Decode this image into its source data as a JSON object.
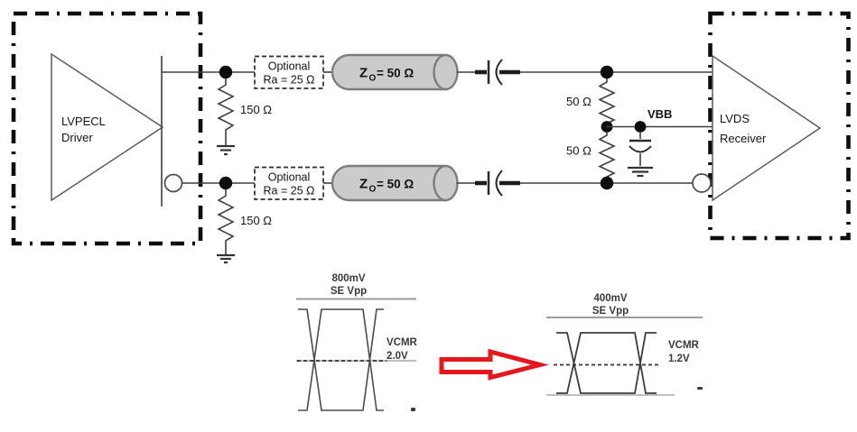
{
  "circuit": {
    "driver": {
      "label_line1": "LVPECL",
      "label_line2": "Driver"
    },
    "receiver": {
      "label_line1": "LVDS",
      "label_line2": "Receiver"
    },
    "termination_150": "150 Ω",
    "termination_50": "50 Ω",
    "optional_resistor": {
      "line1": "Optional",
      "line2": "Ra = 25 Ω"
    },
    "transmission_line": {
      "prefix": "Z",
      "subscript": "O",
      "value": "= 50 Ω"
    },
    "bias_label": "VBB"
  },
  "eye_diagrams": {
    "before": {
      "title_line1": "800mV",
      "title_line2": "SE Vpp",
      "vcmr_label": "VCMR",
      "vcmr_value": "2.0V"
    },
    "after": {
      "title_line1": "400mV",
      "title_line2": "SE Vpp",
      "vcmr_label": "VCMR",
      "vcmr_value": "1.2V"
    }
  },
  "colors": {
    "line": "#3f3f3f",
    "arrow_red": "#e5171d",
    "cylinder_fill": "#cbcbcb",
    "ref_gray": "#9c9c9c"
  }
}
